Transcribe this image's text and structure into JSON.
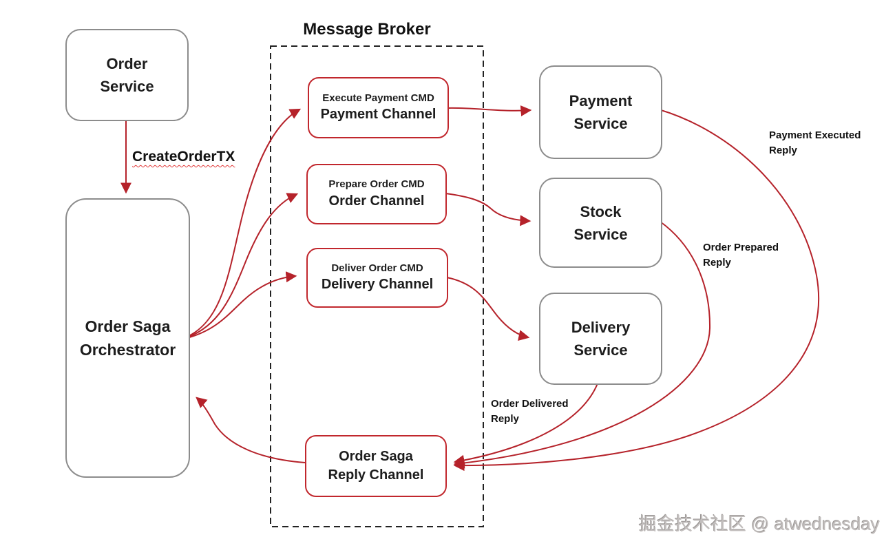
{
  "diagram_title": "Message Broker",
  "watermark": "掘金技术社区 @ atwednesday",
  "colors": {
    "arrow_red": "#b5222a",
    "channel_border_red": "#c1272d",
    "service_border_gray": "#8c8c8c",
    "text_dark": "#1d1d1d",
    "watermark_gray": "#c2bebd"
  },
  "nodes": {
    "order_service": {
      "line1": "Order",
      "line2": "Service"
    },
    "order_saga_orchestrator": {
      "line1": "Order Saga",
      "line2": "Orchestrator"
    },
    "payment_service": {
      "line1": "Payment",
      "line2": "Service"
    },
    "stock_service": {
      "line1": "Stock",
      "line2": "Service"
    },
    "delivery_service": {
      "line1": "Delivery",
      "line2": "Service"
    },
    "execute_payment_channel": {
      "line1": "Execute Payment CMD",
      "line2": "Payment Channel"
    },
    "prepare_order_channel": {
      "line1": "Prepare Order CMD",
      "line2": "Order Channel"
    },
    "deliver_order_channel": {
      "line1": "Deliver Order CMD",
      "line2": "Delivery Channel"
    },
    "order_saga_reply_channel": {
      "line1": "Order Saga",
      "line2": "Reply Channel"
    }
  },
  "edge_labels": {
    "create_order_tx": "CreateOrderTX",
    "payment_executed_reply": {
      "line1": "Payment Executed",
      "line2": "Reply"
    },
    "order_prepared_reply": {
      "line1": "Order Prepared",
      "line2": "Reply"
    },
    "order_delivered_reply": {
      "line1": "Order Delivered",
      "line2": "Reply"
    }
  }
}
